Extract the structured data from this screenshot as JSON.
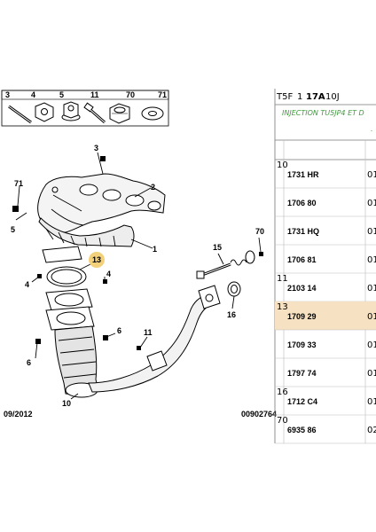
{
  "header": {
    "code_a": "T5F",
    "code_b": "1",
    "code_c": "17A",
    "code_d": "10J",
    "title": "INJECTION TU5JP4 ET D",
    "title_tail": "."
  },
  "top_strip": [
    {
      "num": "3",
      "icon": "stud-icon"
    },
    {
      "num": "4",
      "icon": "hex-nut-icon"
    },
    {
      "num": "5",
      "icon": "flange-nut-icon"
    },
    {
      "num": "11",
      "icon": "bolt-icon"
    },
    {
      "num": "70",
      "icon": "lock-nut-icon"
    },
    {
      "num": "71",
      "icon": "washer-icon"
    }
  ],
  "callouts": [
    "3",
    "2",
    "71",
    "5",
    "1",
    "13",
    "4",
    "4",
    "15",
    "70",
    "16",
    "6",
    "6",
    "11",
    "10"
  ],
  "footer": {
    "date": "09/2012",
    "ref": "00902764"
  },
  "parts_rows": [
    {
      "index": "10",
      "ref": "1731 HR",
      "qty": "01"
    },
    {
      "index": "",
      "ref": "1706 80",
      "qty": "01"
    },
    {
      "index": "",
      "ref": "1731 HQ",
      "qty": "01"
    },
    {
      "index": "",
      "ref": "1706 81",
      "qty": "01"
    },
    {
      "index": "11",
      "ref": "2103 14",
      "qty": "01"
    },
    {
      "index": "13",
      "ref": "1709 29",
      "qty": "01"
    },
    {
      "index": "",
      "ref": "1709 33",
      "qty": "01"
    },
    {
      "index": "",
      "ref": "1797 74",
      "qty": "01"
    },
    {
      "index": "16",
      "ref": "1712 C4",
      "qty": "01"
    },
    {
      "index": "70",
      "ref": "6935 86",
      "qty": "02"
    }
  ],
  "colors": {
    "highlight": "#f6e2c2",
    "callout": "#f3d07a",
    "title": "#3a9a3a"
  }
}
